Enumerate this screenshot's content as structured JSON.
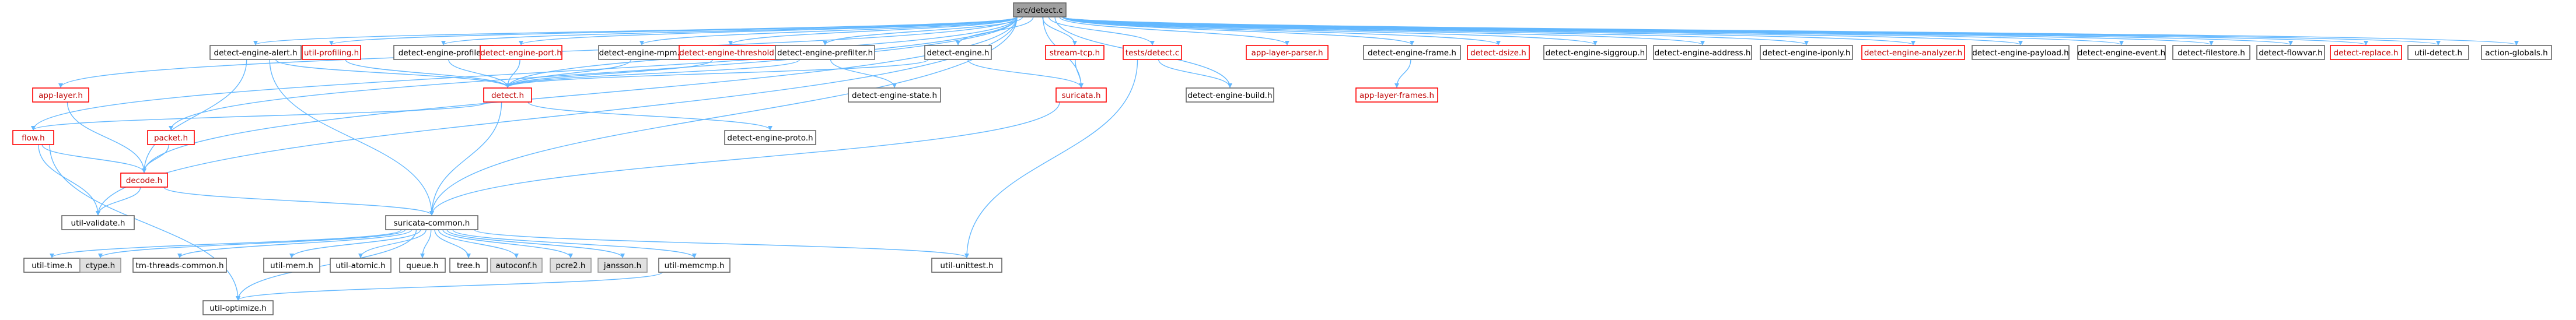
{
  "colors": {
    "edge": "#63b8ff",
    "arrow": "#63b8ff",
    "normal_border": "#666666",
    "normal_fill": "#ffffff",
    "normal_text": "#000000",
    "missing_border": "#ff0000",
    "missing_text": "#c00000",
    "system_fill": "#e0e0e0",
    "system_border": "#999999",
    "root_fill": "#a0a0a0",
    "root_border": "#666666"
  },
  "nodes": [
    {
      "id": "root",
      "label": "src/detect.c",
      "kind": "root"
    },
    {
      "id": "detect_engine_alert",
      "label": "detect-engine-alert.h",
      "kind": "normal"
    },
    {
      "id": "util_profiling",
      "label": "util-profiling.h",
      "kind": "missing"
    },
    {
      "id": "detect_engine_profile",
      "label": "detect-engine-profile.h",
      "kind": "normal"
    },
    {
      "id": "detect_engine_port",
      "label": "detect-engine-port.h",
      "kind": "missing"
    },
    {
      "id": "detect_engine_mpm",
      "label": "detect-engine-mpm.h",
      "kind": "normal"
    },
    {
      "id": "detect_engine_threshold",
      "label": "detect-engine-threshold.h",
      "kind": "missing"
    },
    {
      "id": "detect_engine_prefilter",
      "label": "detect-engine-prefilter.h",
      "kind": "normal"
    },
    {
      "id": "detect_engine",
      "label": "detect-engine.h",
      "kind": "normal"
    },
    {
      "id": "stream_tcp",
      "label": "stream-tcp.h",
      "kind": "missing"
    },
    {
      "id": "tests_detect",
      "label": "tests/detect.c",
      "kind": "missing"
    },
    {
      "id": "app_layer_parser",
      "label": "app-layer-parser.h",
      "kind": "missing"
    },
    {
      "id": "detect_engine_frame",
      "label": "detect-engine-frame.h",
      "kind": "normal"
    },
    {
      "id": "detect_dsize",
      "label": "detect-dsize.h",
      "kind": "missing"
    },
    {
      "id": "detect_engine_siggroup",
      "label": "detect-engine-siggroup.h",
      "kind": "normal"
    },
    {
      "id": "detect_engine_address",
      "label": "detect-engine-address.h",
      "kind": "normal"
    },
    {
      "id": "detect_engine_iponly",
      "label": "detect-engine-iponly.h",
      "kind": "normal"
    },
    {
      "id": "detect_engine_analyzer",
      "label": "detect-engine-analyzer.h",
      "kind": "missing"
    },
    {
      "id": "detect_engine_payload",
      "label": "detect-engine-payload.h",
      "kind": "normal"
    },
    {
      "id": "detect_engine_event",
      "label": "detect-engine-event.h",
      "kind": "normal"
    },
    {
      "id": "detect_filestore",
      "label": "detect-filestore.h",
      "kind": "normal"
    },
    {
      "id": "detect_flowvar",
      "label": "detect-flowvar.h",
      "kind": "normal"
    },
    {
      "id": "detect_replace",
      "label": "detect-replace.h",
      "kind": "missing"
    },
    {
      "id": "util_detect",
      "label": "util-detect.h",
      "kind": "normal"
    },
    {
      "id": "action_globals",
      "label": "action-globals.h",
      "kind": "normal"
    },
    {
      "id": "app_layer",
      "label": "app-layer.h",
      "kind": "missing"
    },
    {
      "id": "detect_h",
      "label": "detect.h",
      "kind": "missing"
    },
    {
      "id": "suricata_h",
      "label": "suricata.h",
      "kind": "missing"
    },
    {
      "id": "detect_engine_build",
      "label": "detect-engine-build.h",
      "kind": "normal"
    },
    {
      "id": "app_layer_frames",
      "label": "app-layer-frames.h",
      "kind": "missing"
    },
    {
      "id": "detect_engine_state",
      "label": "detect-engine-state.h",
      "kind": "normal"
    },
    {
      "id": "flow_h",
      "label": "flow.h",
      "kind": "missing"
    },
    {
      "id": "packet_h",
      "label": "packet.h",
      "kind": "missing"
    },
    {
      "id": "decode_h",
      "label": "decode.h",
      "kind": "missing"
    },
    {
      "id": "detect_engine_proto",
      "label": "detect-engine-proto.h",
      "kind": "normal"
    },
    {
      "id": "util_validate",
      "label": "util-validate.h",
      "kind": "normal"
    },
    {
      "id": "suricata_common",
      "label": "suricata-common.h",
      "kind": "normal"
    },
    {
      "id": "util_time",
      "label": "util-time.h",
      "kind": "normal"
    },
    {
      "id": "ctype_h",
      "label": "ctype.h",
      "kind": "system"
    },
    {
      "id": "tm_threads_common",
      "label": "tm-threads-common.h",
      "kind": "normal"
    },
    {
      "id": "util_mem",
      "label": "util-mem.h",
      "kind": "normal"
    },
    {
      "id": "util_atomic",
      "label": "util-atomic.h",
      "kind": "normal"
    },
    {
      "id": "queue_h",
      "label": "queue.h",
      "kind": "normal"
    },
    {
      "id": "tree_h",
      "label": "tree.h",
      "kind": "normal"
    },
    {
      "id": "autoconf_h",
      "label": "autoconf.h",
      "kind": "system"
    },
    {
      "id": "pcre2_h",
      "label": "pcre2.h",
      "kind": "system"
    },
    {
      "id": "jansson_h",
      "label": "jansson.h",
      "kind": "system"
    },
    {
      "id": "util_memcmp",
      "label": "util-memcmp.h",
      "kind": "normal"
    },
    {
      "id": "util_unittest",
      "label": "util-unittest.h",
      "kind": "normal"
    },
    {
      "id": "util_optimize",
      "label": "util-optimize.h",
      "kind": "normal"
    }
  ],
  "edges": [
    [
      "root",
      "detect_engine_alert"
    ],
    [
      "root",
      "util_profiling"
    ],
    [
      "root",
      "detect_engine_profile"
    ],
    [
      "root",
      "detect_engine_port"
    ],
    [
      "root",
      "detect_engine_mpm"
    ],
    [
      "root",
      "detect_engine_threshold"
    ],
    [
      "root",
      "detect_engine_prefilter"
    ],
    [
      "root",
      "detect_engine"
    ],
    [
      "root",
      "stream_tcp"
    ],
    [
      "root",
      "tests_detect"
    ],
    [
      "root",
      "app_layer_parser"
    ],
    [
      "root",
      "detect_engine_frame"
    ],
    [
      "root",
      "detect_dsize"
    ],
    [
      "root",
      "detect_engine_siggroup"
    ],
    [
      "root",
      "detect_engine_address"
    ],
    [
      "root",
      "detect_engine_iponly"
    ],
    [
      "root",
      "detect_engine_analyzer"
    ],
    [
      "root",
      "detect_engine_payload"
    ],
    [
      "root",
      "detect_engine_event"
    ],
    [
      "root",
      "detect_filestore"
    ],
    [
      "root",
      "detect_flowvar"
    ],
    [
      "root",
      "detect_replace"
    ],
    [
      "root",
      "util_detect"
    ],
    [
      "root",
      "action_globals"
    ],
    [
      "root",
      "app_layer"
    ],
    [
      "root",
      "flow_h"
    ],
    [
      "root",
      "packet_h"
    ],
    [
      "root",
      "decode_h"
    ],
    [
      "root",
      "util_validate"
    ],
    [
      "root",
      "detect_h"
    ],
    [
      "root",
      "suricata_h"
    ],
    [
      "root",
      "detect_engine_build"
    ],
    [
      "root",
      "suricata_common"
    ],
    [
      "detect_engine_alert",
      "detect_h"
    ],
    [
      "detect_engine_alert",
      "decode_h"
    ],
    [
      "detect_engine_alert",
      "suricata_common"
    ],
    [
      "util_profiling",
      "detect_h"
    ],
    [
      "detect_engine_profile",
      "detect_h"
    ],
    [
      "detect_engine_port",
      "detect_h"
    ],
    [
      "detect_engine_mpm",
      "detect_h"
    ],
    [
      "detect_engine_threshold",
      "detect_h"
    ],
    [
      "detect_engine_prefilter",
      "detect_h"
    ],
    [
      "detect_engine_prefilter",
      "detect_engine_state"
    ],
    [
      "detect_engine",
      "detect_h"
    ],
    [
      "detect_engine",
      "suricata_h"
    ],
    [
      "stream_tcp",
      "suricata_h"
    ],
    [
      "tests_detect",
      "detect_engine_build"
    ],
    [
      "tests_detect",
      "util_unittest"
    ],
    [
      "detect_engine_frame",
      "app_layer_frames"
    ],
    [
      "app_layer",
      "decode_h"
    ],
    [
      "flow_h",
      "decode_h"
    ],
    [
      "flow_h",
      "util_validate"
    ],
    [
      "flow_h",
      "util_optimize"
    ],
    [
      "packet_h",
      "decode_h"
    ],
    [
      "decode_h",
      "util_validate"
    ],
    [
      "decode_h",
      "suricata_common"
    ],
    [
      "detect_h",
      "flow_h"
    ],
    [
      "detect_h",
      "detect_engine_proto"
    ],
    [
      "detect_h",
      "suricata_common"
    ],
    [
      "suricata_h",
      "suricata_common"
    ],
    [
      "suricata_common",
      "util_time"
    ],
    [
      "suricata_common",
      "ctype_h"
    ],
    [
      "suricata_common",
      "tm_threads_common"
    ],
    [
      "suricata_common",
      "util_mem"
    ],
    [
      "suricata_common",
      "util_atomic"
    ],
    [
      "suricata_common",
      "queue_h"
    ],
    [
      "suricata_common",
      "tree_h"
    ],
    [
      "suricata_common",
      "autoconf_h"
    ],
    [
      "suricata_common",
      "pcre2_h"
    ],
    [
      "suricata_common",
      "jansson_h"
    ],
    [
      "suricata_common",
      "util_memcmp"
    ],
    [
      "suricata_common",
      "util_unittest"
    ],
    [
      "suricata_common",
      "util_optimize"
    ],
    [
      "util_memcmp",
      "util_optimize"
    ]
  ]
}
